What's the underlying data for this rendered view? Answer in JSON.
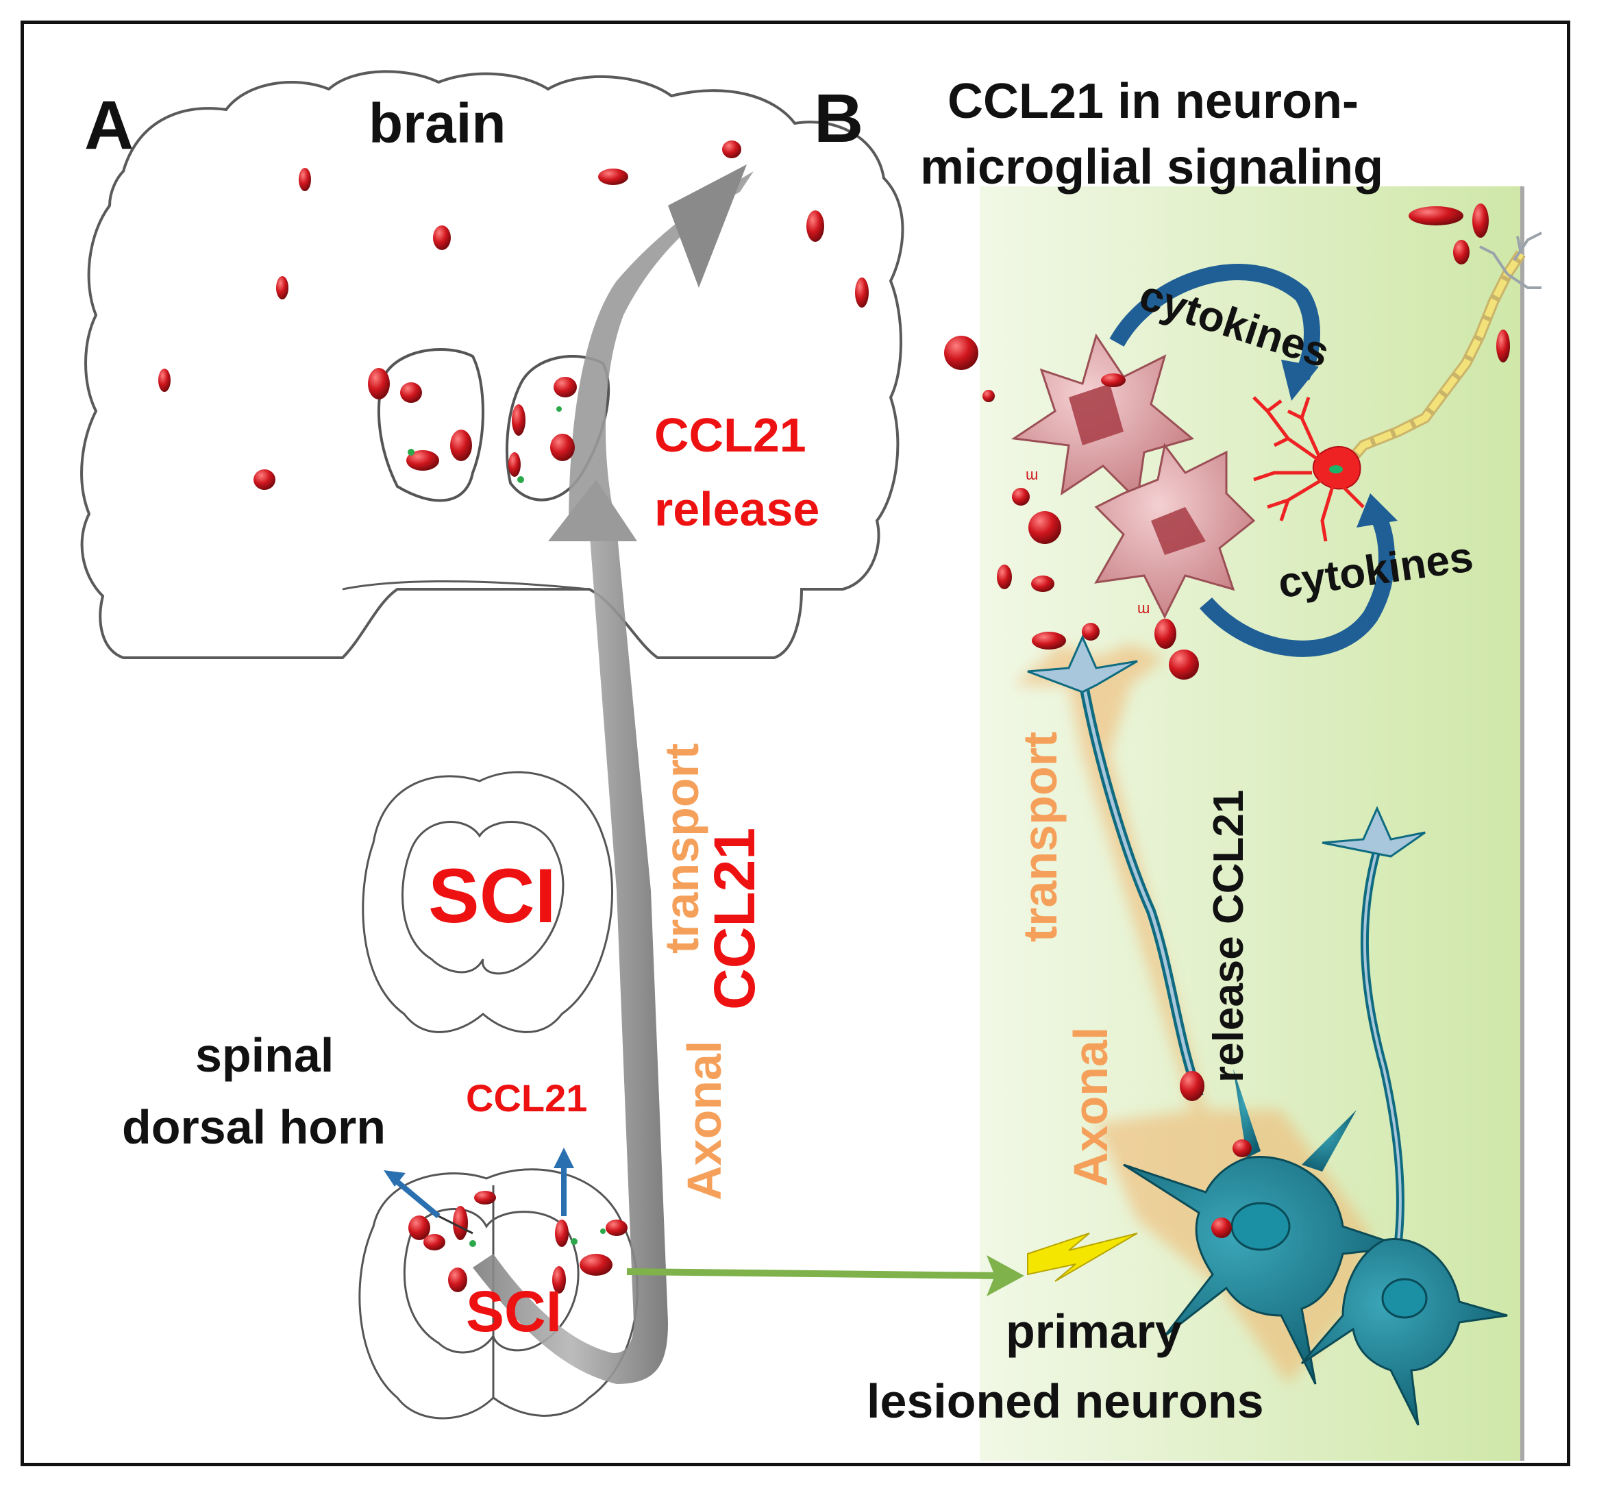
{
  "panelA": {
    "letter": "A",
    "brain": "brain",
    "ccl21_release": [
      "CCL21",
      "release"
    ],
    "sci_upper": "SCI",
    "sci_lower": "SCI",
    "axonal_transport": [
      "Axonal",
      "transport"
    ],
    "ccl21_vertical": "CCL21",
    "spinal_dorsal_horn": [
      "spinal",
      "dorsal horn"
    ],
    "ccl21_small": "CCL21"
  },
  "panelB": {
    "letter": "B",
    "title": [
      "CCL21 in neuron-",
      "microglial signaling"
    ],
    "cytokines_top": "cytokines",
    "cytokines_bottom": "cytokines",
    "axonal_transport": [
      "Axonal",
      "transport"
    ],
    "release_ccl21": "release CCL21",
    "primary_lesioned": [
      "primary",
      "lesioned neurons"
    ]
  },
  "colors": {
    "red_text": "#ee1111",
    "orange_text": "#f5a05a",
    "green_panel": "#d6edb8",
    "arrow_blue": "#2a6fb0",
    "arrow_green": "#7fb24a",
    "neuron_teal": "#17788c",
    "microglia_pink": "#d9999c",
    "vesicle_red": "#c8141c"
  }
}
